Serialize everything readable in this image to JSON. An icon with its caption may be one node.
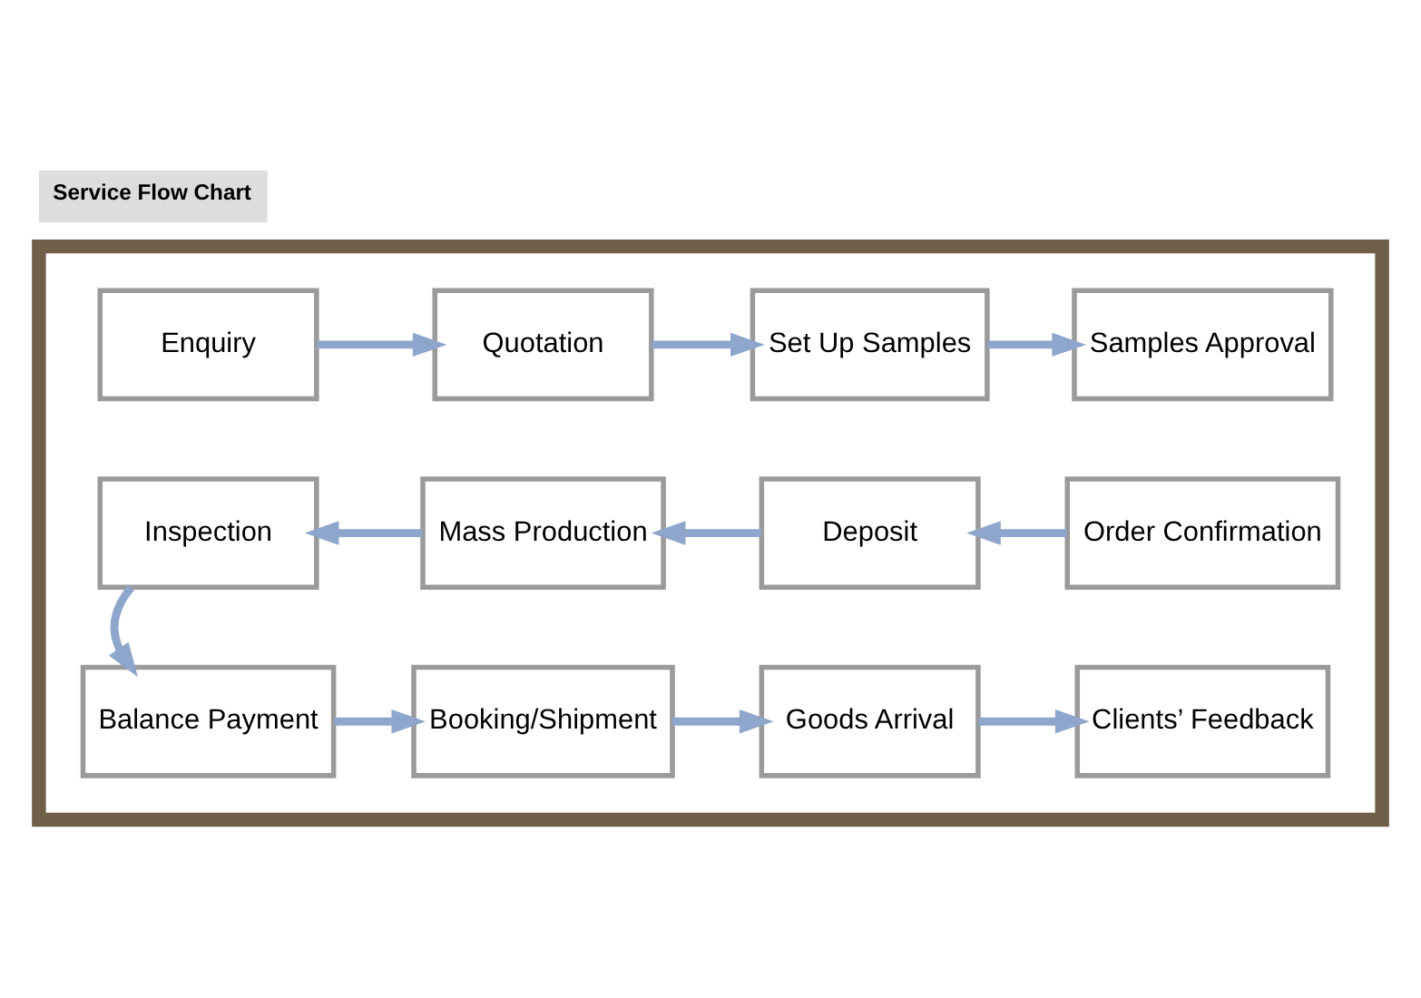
{
  "diagram": {
    "title": "Service Flow Chart",
    "nodes": [
      {
        "text": [],
        "shape": "box"
      },
      {
        "text": [
          "Enquiry"
        ],
        "in": 0
      },
      {
        "text": [
          "Quotation"
        ],
        "in": 0
      },
      {
        "text": [
          "Set Up Samples"
        ],
        "in": 0
      },
      {
        "text": [
          "Samples Approval"
        ],
        "in": 0
      },
      {
        "text": [
          "Inspection"
        ],
        "in": 0
      },
      {
        "text": [
          "Mass Production"
        ],
        "in": 0
      },
      {
        "text": [
          "Deposit"
        ],
        "in": 0
      },
      {
        "text": [
          "Order Confirmation"
        ],
        "in": 0
      },
      {
        "text": [
          "Balance Payment"
        ],
        "in": 0
      },
      {
        "text": [
          "Booking/Shipment"
        ],
        "in": 0
      },
      {
        "text": [
          "Goods Arrival"
        ],
        "in": 0
      },
      {
        "text": [
          "Clients’ Feedback"
        ],
        "in": 0
      }
    ],
    "edges": [
      {
        "from": 1,
        "to": 2,
        "arrow": "to"
      },
      {
        "from": 2,
        "to": 3,
        "arrow": "to"
      },
      {
        "from": 3,
        "to": 4,
        "arrow": "to"
      },
      {
        "from": 8,
        "to": 7,
        "arrow": "to"
      },
      {
        "from": 7,
        "to": 6,
        "arrow": "to"
      },
      {
        "from": 6,
        "to": 5,
        "arrow": "to"
      },
      {
        "from": 5,
        "to": 9,
        "arrow": "to"
      },
      {
        "from": 9,
        "to": 10,
        "arrow": "to"
      },
      {
        "from": 10,
        "to": 11,
        "arrow": "to"
      },
      {
        "from": 11,
        "to": 12,
        "arrow": "to"
      }
    ]
  }
}
